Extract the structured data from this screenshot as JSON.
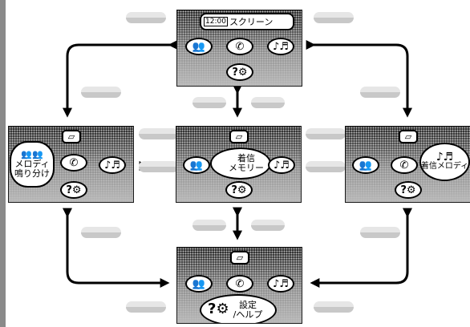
{
  "screens": {
    "top": {
      "clock": "12:00",
      "label": "スクリーン",
      "icons": [
        "phonebook-icon",
        "phone-icon",
        "music-icon",
        "settings-icon"
      ]
    },
    "center": {
      "label_line1": "着信",
      "label_line2": "メモリー",
      "icons": [
        "mail-icon",
        "phonebook-icon",
        "music-icon",
        "settings-icon"
      ]
    },
    "left": {
      "label_line1": "メロディ",
      "label_line2": "鳴り分け",
      "icons": [
        "mail-icon",
        "phone-icon",
        "music-icon",
        "settings-icon"
      ]
    },
    "right": {
      "label_line1": "着信メロディ",
      "icons": [
        "mail-icon",
        "phonebook-icon",
        "phone-icon",
        "settings-icon"
      ]
    },
    "bottom": {
      "label_line1": "設定",
      "label_line2": "/ヘルプ",
      "icons": [
        "mail-icon",
        "phonebook-icon",
        "phone-icon",
        "music-icon"
      ]
    }
  },
  "glyphs": {
    "mail": "▱",
    "phonebook": "👥",
    "phone": "✆",
    "music": "♪♬",
    "settings": "?⚙"
  },
  "colors": {
    "line": "#000000",
    "sidebar": "#8a8a8a",
    "pill_light": "#e6e6e6",
    "pill_dark": "#c8c8c8"
  }
}
